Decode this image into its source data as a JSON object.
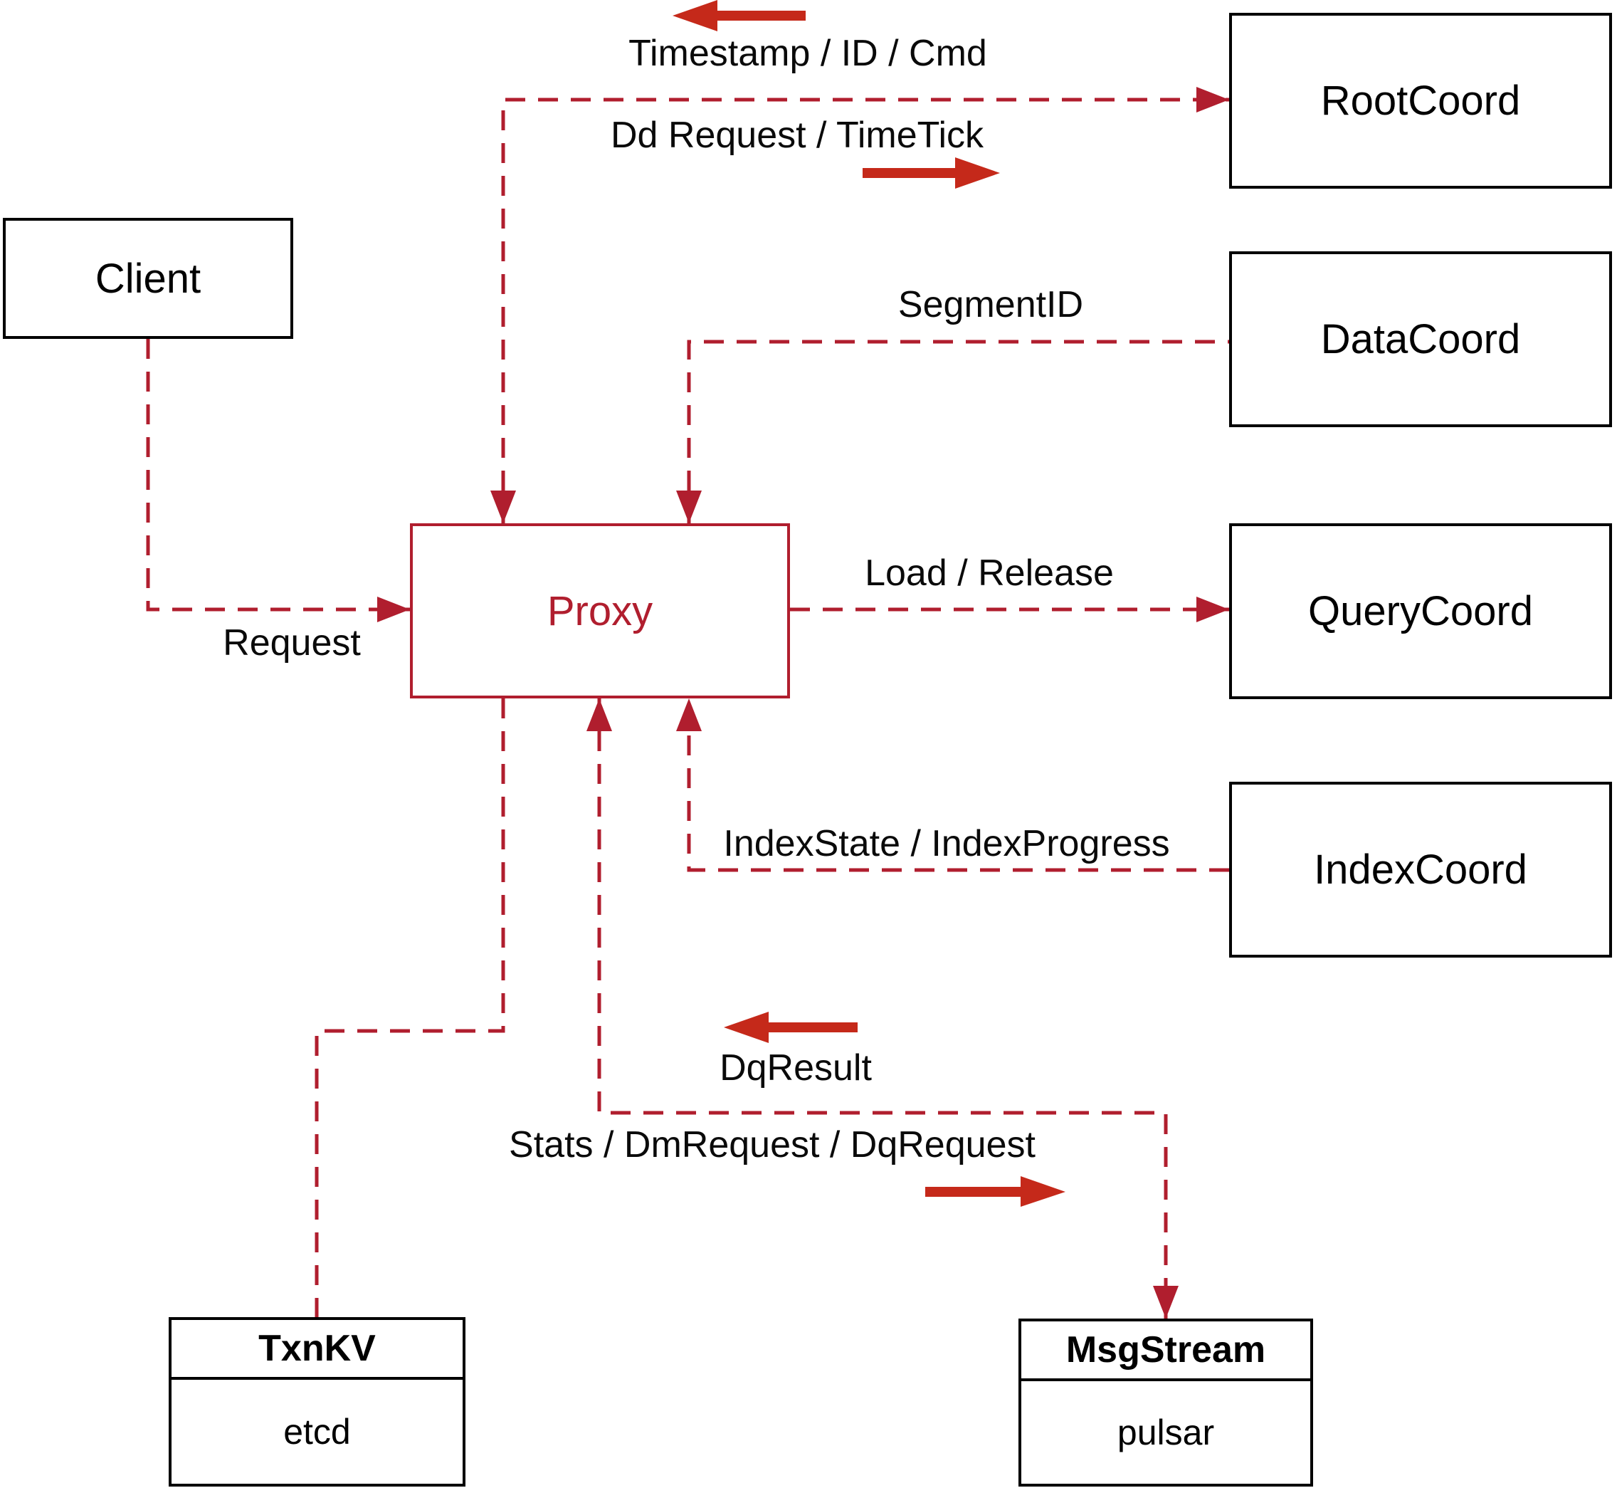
{
  "diagram": {
    "nodes": {
      "client": {
        "label": "Client"
      },
      "proxy": {
        "label": "Proxy"
      },
      "root_coord": {
        "label": "RootCoord"
      },
      "data_coord": {
        "label": "DataCoord"
      },
      "query_coord": {
        "label": "QueryCoord"
      },
      "index_coord": {
        "label": "IndexCoord"
      },
      "txn_kv": {
        "title": "TxnKV",
        "subtitle": "etcd"
      },
      "msg_stream": {
        "title": "MsgStream",
        "subtitle": "pulsar"
      }
    },
    "edge_labels": {
      "timestamp_id_cmd": "Timestamp / ID / Cmd",
      "dd_request_timetick": "Dd Request / TimeTick",
      "segment_id": "SegmentID",
      "load_release": "Load / Release",
      "index_state_progress": "IndexState / IndexProgress",
      "request": "Request",
      "dq_result": "DqResult",
      "stats_dm_dq": "Stats / DmRequest / DqRequest"
    },
    "colors": {
      "dashed_line": "#b01e2e",
      "solid_arrow": "#c5291a",
      "node_border": "#000000",
      "label_text": "#0a0a0a",
      "proxy_accent": "#b01e2e",
      "background": "#ffffff"
    }
  }
}
